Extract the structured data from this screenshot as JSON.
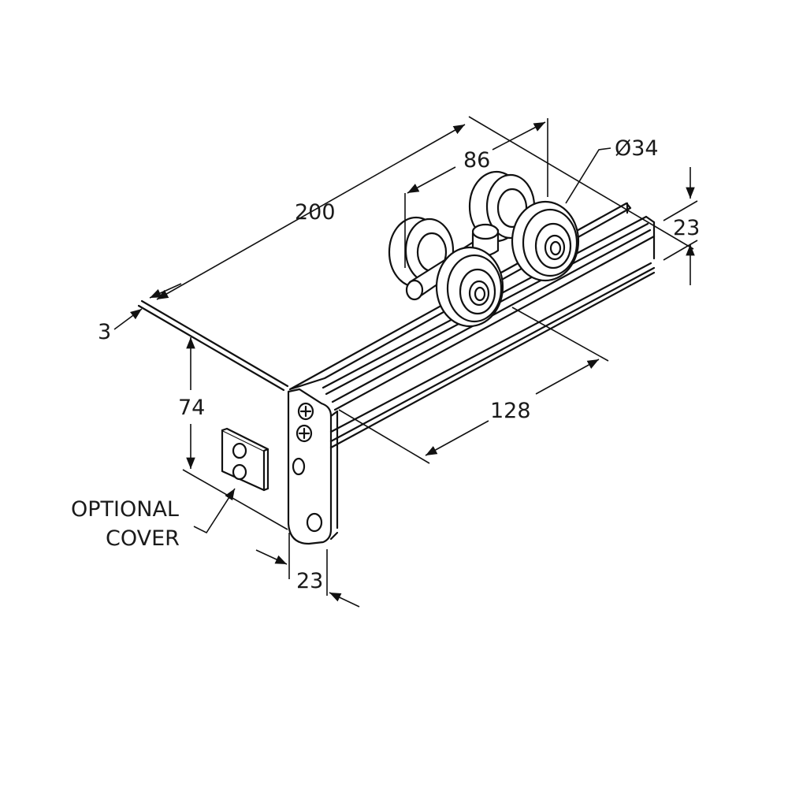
{
  "drawing": {
    "title": "Sliding door roller hanger with track bracket",
    "line_color": "#111111",
    "background": "#ffffff"
  },
  "dimensions": {
    "overall_length": "200",
    "wheel_spacing": "86",
    "wheel_diameter": "Ø34",
    "track_height": "23",
    "plate_thickness": "3",
    "bracket_height": "74",
    "track_length": "128",
    "bracket_width": "23"
  },
  "callouts": {
    "cover_line1": "OPTIONAL",
    "cover_line2": "COVER"
  }
}
